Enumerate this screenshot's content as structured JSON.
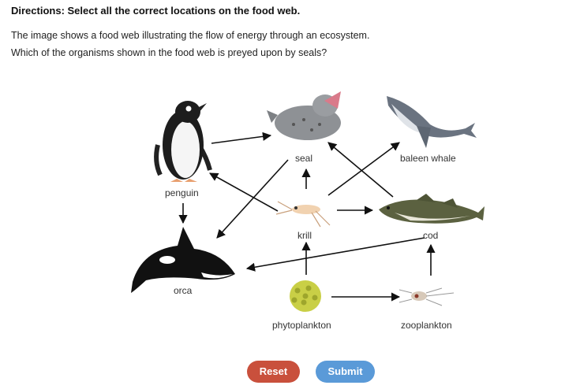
{
  "directions": "Directions: Select all the correct locations on the food web.",
  "question": {
    "line1": "The image shows a food web illustrating the flow of energy through an ecosystem.",
    "line2": "Which of the organisms shown in the food web is preyed upon by seals?"
  },
  "food_web": {
    "organisms": {
      "penguin": "penguin",
      "seal": "seal",
      "baleen_whale": "baleen whale",
      "krill": "krill",
      "cod": "cod",
      "orca": "orca",
      "phytoplankton": "phytoplankton",
      "zooplankton": "zooplankton"
    }
  },
  "buttons": {
    "reset": "Reset",
    "submit": "Submit"
  },
  "colors": {
    "reset": "#c9503c",
    "submit": "#5a9ad8",
    "arrow": "#111111"
  }
}
